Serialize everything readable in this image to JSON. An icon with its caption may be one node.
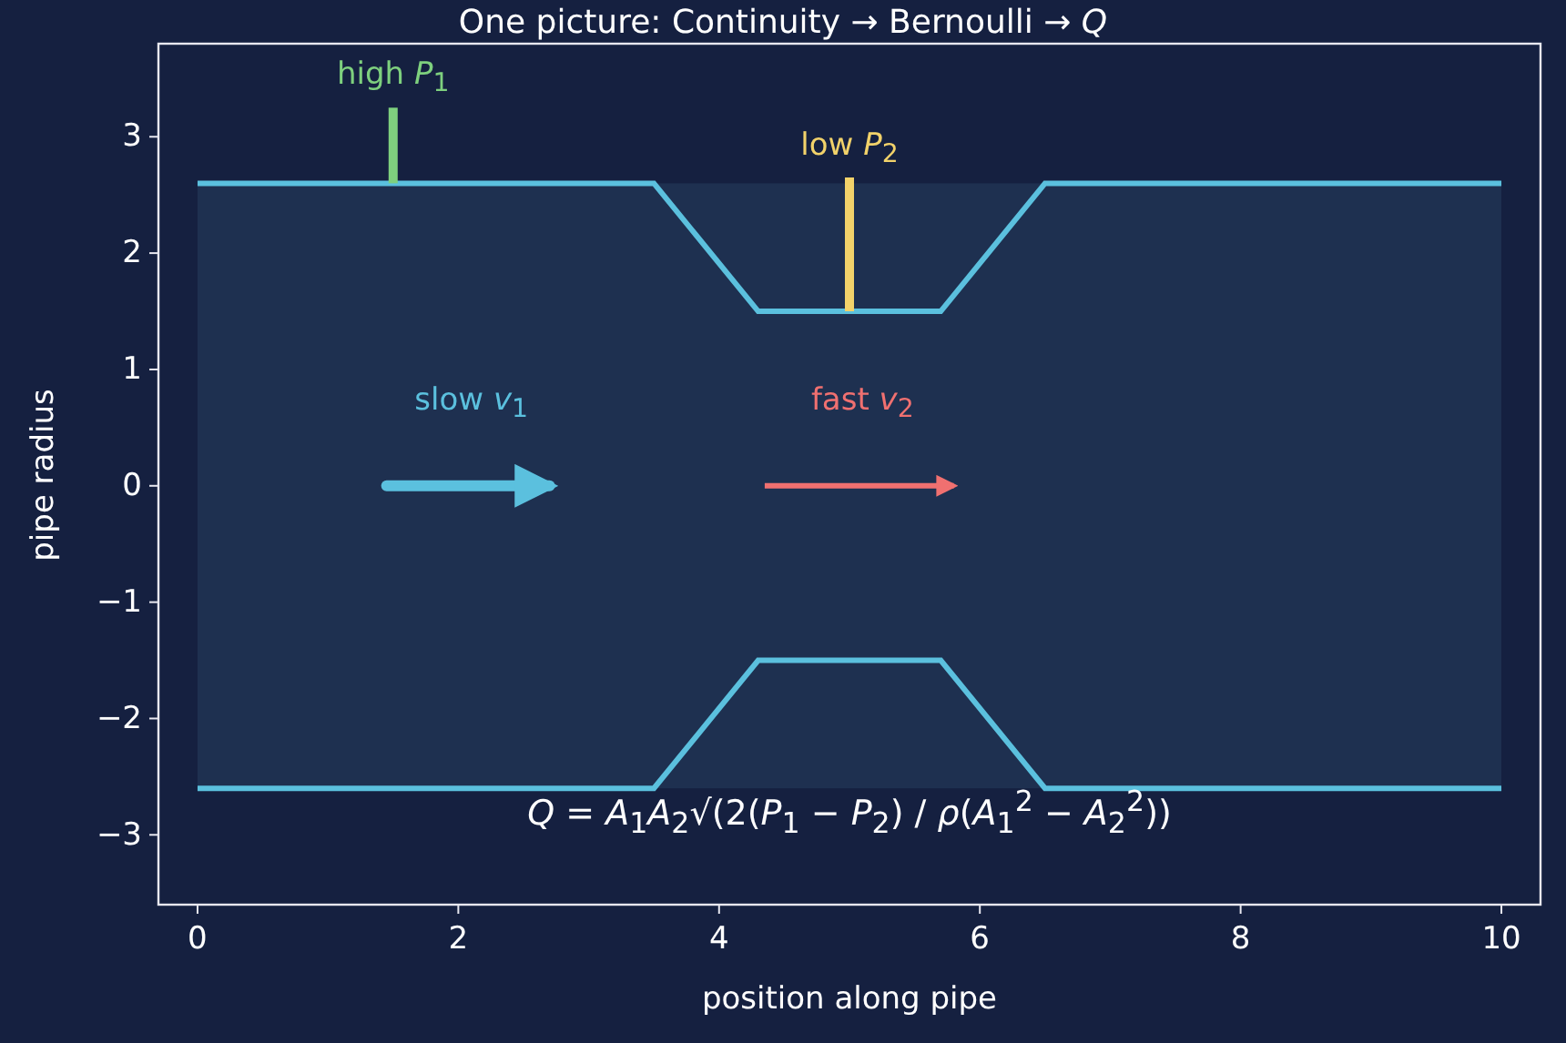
{
  "diagram": {
    "title": "One picture: Continuity → Bernoulli → *Q*",
    "labels": [
      "high *P*$_{1}$",
      "low *P*$_{2}$",
      "slow *v*$_{1}$",
      "fast *v*$_{2}$",
      "*Q* = *A*$_{1}$*A*$_{2}$√(2(*P*$_{1}$ − *P*$_{2}$) / *ρ*(*A*$_{1}$$^{2}$ − *A*$_{2}$$^{2}$))"
    ],
    "chart_data": {
      "type": "line",
      "xlabel": "position along pipe",
      "ylabel": "pipe radius",
      "x": [
        0,
        3.5,
        4.3,
        5.7,
        6.5,
        10
      ],
      "series": [
        {
          "color": "#5bc0de",
          "values": [
            2.6,
            2.6,
            1.5,
            1.5,
            2.6,
            2.6
          ]
        },
        {
          "color": "#5bc0de",
          "values": [
            -2.6,
            -2.6,
            -1.5,
            -1.5,
            -2.6,
            -2.6
          ]
        }
      ],
      "bands": [
        {
          "axis": "y",
          "from": -2.6,
          "to": 2.6,
          "color": "#1e3050"
        }
      ],
      "xlim": [
        -0.3,
        10.3
      ],
      "ylim": [
        -3.6,
        3.8
      ],
      "xticks": [
        {
          "value": 0,
          "label": "0"
        },
        {
          "value": 2,
          "label": "2"
        },
        {
          "value": 4,
          "label": "4"
        },
        {
          "value": 6,
          "label": "6"
        },
        {
          "value": 8,
          "label": "8"
        },
        {
          "value": 10,
          "label": "10"
        }
      ],
      "yticks": [
        {
          "value": -3,
          "label": "−3"
        },
        {
          "value": -2,
          "label": "−2"
        },
        {
          "value": -1,
          "label": "−1"
        },
        {
          "value": 0,
          "label": "0"
        },
        {
          "value": 1,
          "label": "1"
        },
        {
          "value": 2,
          "label": "2"
        },
        {
          "value": 3,
          "label": "3"
        }
      ]
    }
  }
}
